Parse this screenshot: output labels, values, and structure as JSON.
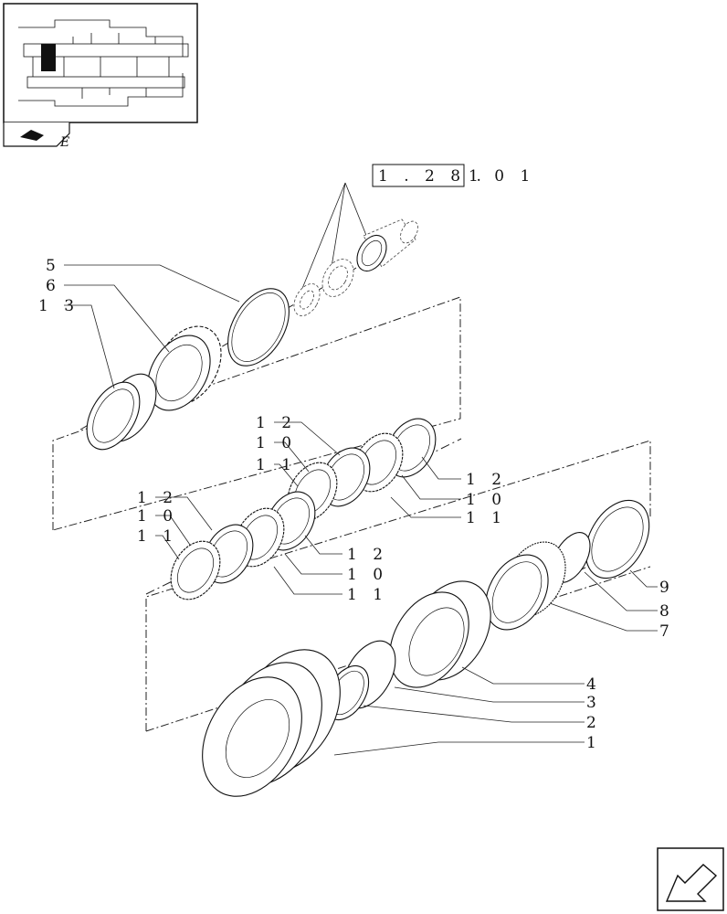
{
  "reference": {
    "boxed": "1 . 2 8 .",
    "suffix": "1   0 1"
  },
  "thumbnail_caption": "E",
  "callouts": [
    {
      "id": "c5",
      "text": "5"
    },
    {
      "id": "c6",
      "text": "6"
    },
    {
      "id": "c13",
      "text": "1 3"
    },
    {
      "id": "c12a",
      "text": "1 2"
    },
    {
      "id": "c10a",
      "text": "1 0"
    },
    {
      "id": "c11a",
      "text": "1 1"
    },
    {
      "id": "c12b",
      "text": "1 2"
    },
    {
      "id": "c10b",
      "text": "1 0"
    },
    {
      "id": "c11b",
      "text": "1 1"
    },
    {
      "id": "c12c",
      "text": "1 2"
    },
    {
      "id": "c10c",
      "text": "1 0"
    },
    {
      "id": "c11c",
      "text": "1 1"
    },
    {
      "id": "c12d",
      "text": "1 2"
    },
    {
      "id": "c10d",
      "text": "1 0"
    },
    {
      "id": "c11d",
      "text": "1 1"
    },
    {
      "id": "c9",
      "text": "9"
    },
    {
      "id": "c8",
      "text": "8"
    },
    {
      "id": "c7",
      "text": "7"
    },
    {
      "id": "c4",
      "text": "4"
    },
    {
      "id": "c3",
      "text": "3"
    },
    {
      "id": "c2",
      "text": "2"
    },
    {
      "id": "c1",
      "text": "1"
    }
  ]
}
